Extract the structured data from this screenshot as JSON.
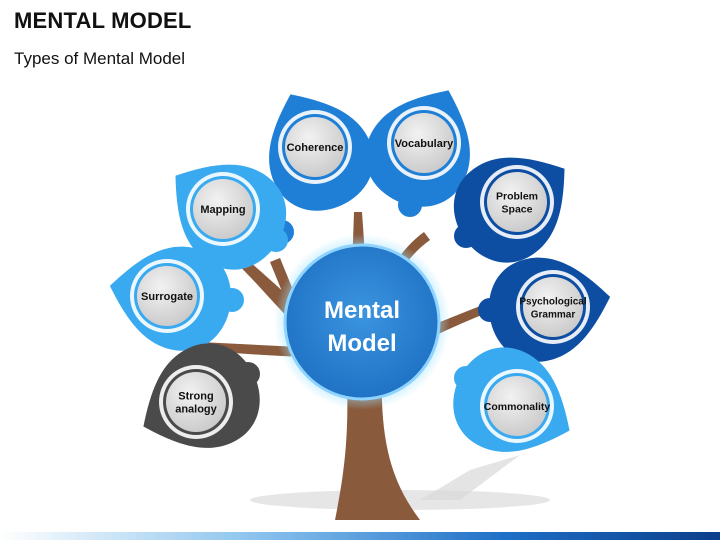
{
  "header": {
    "title": "MENTAL MODEL",
    "subtitle": "Types of Mental Model"
  },
  "diagram": {
    "center": {
      "line1": "Mental",
      "line2": "Model",
      "color": "#2e86d4"
    },
    "leaves": [
      {
        "id": "coherence",
        "lines": [
          "Coherence"
        ],
        "color": "#1f7fd6"
      },
      {
        "id": "vocabulary",
        "lines": [
          "Vocabulary"
        ],
        "color": "#1f7fd6"
      },
      {
        "id": "mapping",
        "lines": [
          "Mapping"
        ],
        "color": "#3aaaf0"
      },
      {
        "id": "problem-space",
        "lines": [
          "Problem",
          "Space"
        ],
        "color": "#0d4ea3"
      },
      {
        "id": "surrogate",
        "lines": [
          "Surrogate"
        ],
        "color": "#3aaaf0"
      },
      {
        "id": "psychological-grammar",
        "lines": [
          "Psychological",
          "Grammar"
        ],
        "color": "#0d4ea3"
      },
      {
        "id": "strong-analogy",
        "lines": [
          "Strong",
          "analogy"
        ],
        "color": "#4a4a4a"
      },
      {
        "id": "commonality",
        "lines": [
          "Commonality"
        ],
        "color": "#3aaaf0"
      }
    ],
    "colors": {
      "trunk": "#8a5a3c",
      "bottom_bar": "#1e6fc7"
    }
  }
}
